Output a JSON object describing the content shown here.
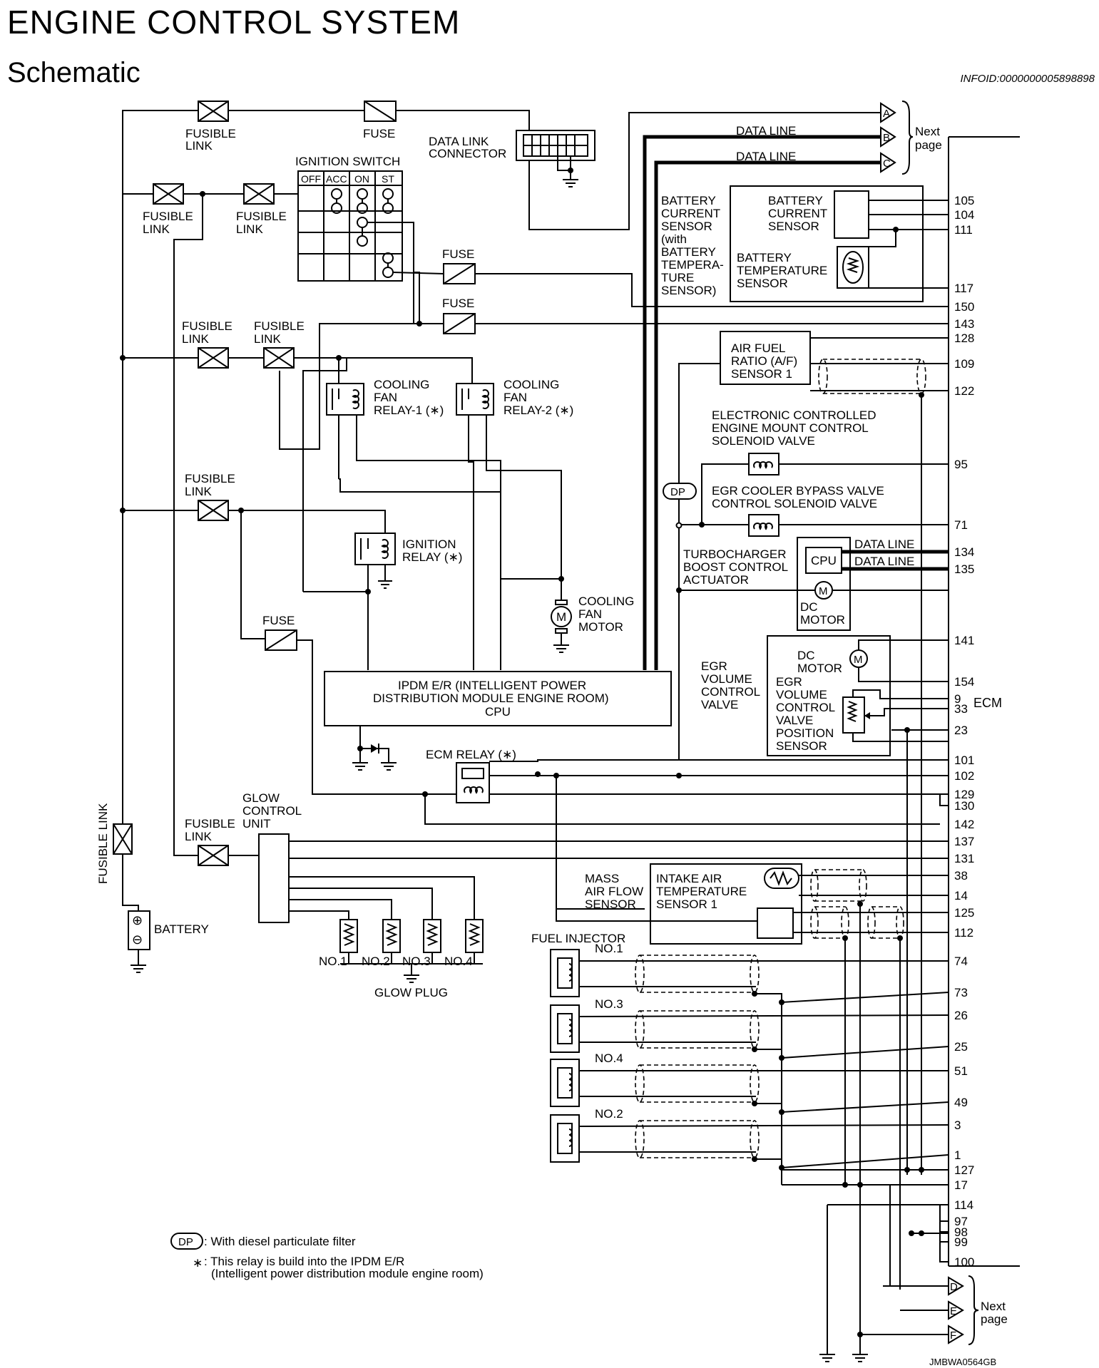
{
  "header": {
    "title": "ENGINE CONTROL SYSTEM",
    "subtitle": "Schematic",
    "infoid": "INFOID:0000000005898898"
  },
  "labels": {
    "fusible_link": "FUSIBLE",
    "link": "LINK",
    "fuse": "FUSE",
    "data_link_connector_1": "DATA LINK",
    "data_link_connector_2": "CONNECTOR",
    "ignition_switch": "IGNITION SWITCH",
    "sw_off": "OFF",
    "sw_acc": "ACC",
    "sw_on": "ON",
    "sw_st": "ST",
    "data_line": "DATA LINE",
    "next": "Next",
    "page": "page",
    "conn_a": "A",
    "conn_b": "B",
    "conn_c": "C",
    "conn_d": "D",
    "conn_e": "E",
    "conn_f": "F",
    "bcs_outer": [
      "BATTERY",
      "CURRENT",
      "SENSOR",
      "(with",
      "BATTERY",
      "TEMPERA-",
      "TURE",
      "SENSOR)"
    ],
    "bcs_inner": [
      "BATTERY",
      "CURRENT",
      "SENSOR"
    ],
    "bts_inner": [
      "BATTERY",
      "TEMPERATURE",
      "SENSOR"
    ],
    "af_sensor": [
      "AIR FUEL",
      "RATIO (A/F)",
      "SENSOR 1"
    ],
    "mount_valve": [
      "ELECTRONIC CONTROLLED",
      "ENGINE MOUNT CONTROL",
      "SOLENOID VALVE"
    ],
    "egr_cooler": [
      "EGR COOLER BYPASS VALVE",
      "CONTROL SOLENOID VALVE"
    ],
    "dp": "DP",
    "turbo": [
      "TURBOCHARGER",
      "BOOST CONTROL",
      "ACTUATOR"
    ],
    "cpu": "CPU",
    "dc_motor": [
      "DC",
      "MOTOR"
    ],
    "egr_volume": [
      "EGR",
      "VOLUME",
      "CONTROL",
      "VALVE"
    ],
    "egr_pos": [
      "EGR",
      "VOLUME",
      "CONTROL",
      "VALVE",
      "POSITION",
      "SENSOR"
    ],
    "ecm": "ECM",
    "cooling_fan_relay_1": [
      "COOLING",
      "FAN",
      "RELAY-1 (∗)"
    ],
    "cooling_fan_relay_2": [
      "COOLING",
      "FAN",
      "RELAY-2 (∗)"
    ],
    "ignition_relay": [
      "IGNITION",
      "RELAY (∗)"
    ],
    "cooling_fan_motor": [
      "COOLING",
      "FAN",
      "MOTOR"
    ],
    "motor_m": "M",
    "ipdm": [
      "IPDM E/R (INTELLIGENT POWER",
      "DISTRIBUTION MODULE ENGINE ROOM)",
      "CPU"
    ],
    "ecm_relay": "ECM RELAY (∗)",
    "glow_control_unit": [
      "GLOW",
      "CONTROL",
      "UNIT"
    ],
    "fusible_link_vertical": "FUSIBLE LINK",
    "battery": "BATTERY",
    "plus": "⊕",
    "minus": "⊖",
    "glow_plug": "GLOW PLUG",
    "glow_nos": [
      "NO.1",
      "NO.2",
      "NO.3",
      "NO.4"
    ],
    "maf": [
      "MASS",
      "AIR FLOW",
      "SENSOR"
    ],
    "iat": [
      "INTAKE AIR",
      "TEMPERATURE",
      "SENSOR 1"
    ],
    "fuel_injector": "FUEL INJECTOR",
    "inj_nos": [
      "NO.1",
      "NO.3",
      "NO.4",
      "NO.2"
    ],
    "legend_dp": ": With diesel particulate filter",
    "legend_star": "∗",
    "legend_star_1": ": This relay is build into the IPDM E/R",
    "legend_star_2": "(Intelligent power distribution module engine room)",
    "figure_id": "JMBWA0564GB"
  },
  "ecm_pins": [
    "105",
    "104",
    "111",
    "117",
    "150",
    "143",
    "128",
    "109",
    "122",
    "95",
    "71",
    "134",
    "135",
    "141",
    "154",
    "9",
    "33",
    "23",
    "101",
    "102",
    "129",
    "130",
    "142",
    "137",
    "131",
    "38",
    "14",
    "125",
    "112",
    "74",
    "73",
    "26",
    "25",
    "51",
    "49",
    "3",
    "1",
    "127",
    "17",
    "114",
    "97",
    "98",
    "99",
    "100"
  ]
}
